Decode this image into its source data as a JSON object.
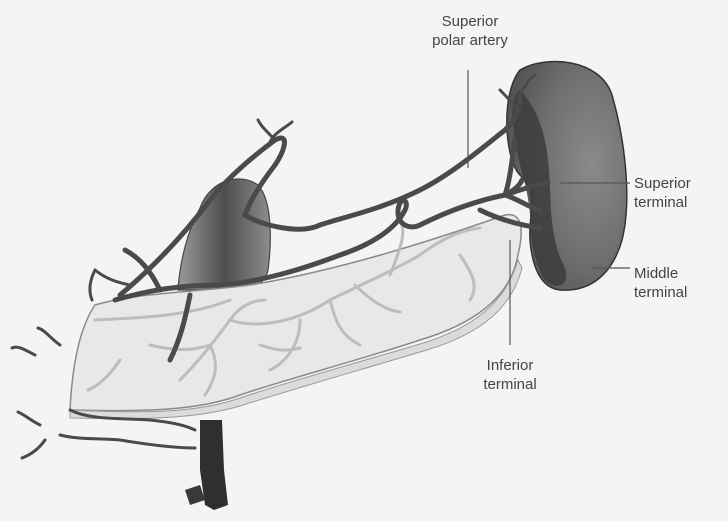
{
  "labels": {
    "superior_polar_artery": {
      "line1": "Superior",
      "line2": "polar artery"
    },
    "superior_terminal": {
      "line1": "Superior",
      "line2": "terminal"
    },
    "middle_terminal": {
      "line1": "Middle",
      "line2": "terminal"
    },
    "inferior_terminal": {
      "line1": "Inferior",
      "line2": "terminal"
    }
  },
  "colors": {
    "background": "#f4f4f2",
    "spleen": "#6f6f70",
    "spleen_hilum": "#3f3f40",
    "artery": "#4a4a4a",
    "pancreas": "#e7e9e9",
    "pancreas_outline": "#8a8a8a",
    "pancreatic_vessels": "#bdbdbd",
    "label_text": "#444444"
  }
}
